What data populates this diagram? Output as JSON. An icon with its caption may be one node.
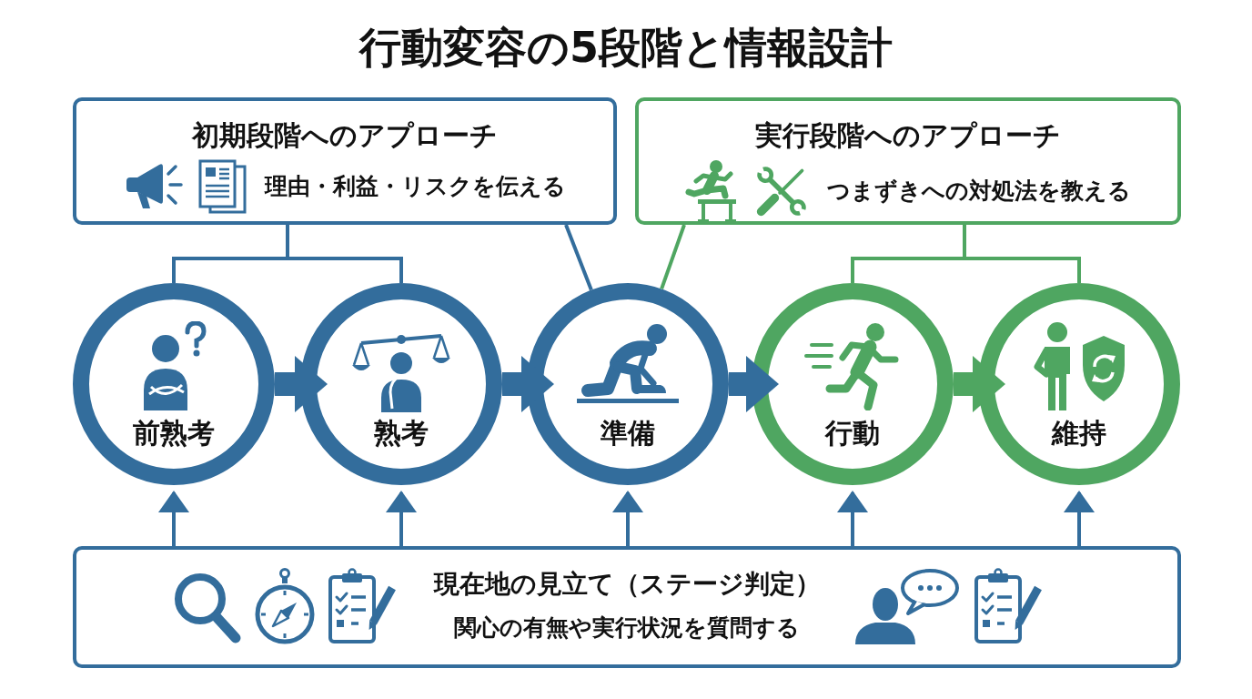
{
  "diagram": {
    "title": "行動変容の5段階と情報設計",
    "nodes": [
      {
        "text": [
          "初期段階へのアプローチ",
          "理由・利益・リスクを伝える"
        ]
      },
      {
        "text": [
          "実行段階へのアプローチ",
          "つまずきへの対処法を教える"
        ]
      },
      {
        "text": [
          "前熟考"
        ]
      },
      {
        "text": [
          "熟考"
        ]
      },
      {
        "text": [
          "準備"
        ]
      },
      {
        "text": [
          "行動"
        ]
      },
      {
        "text": [
          "維持"
        ]
      },
      {
        "text": [
          "現在地の見立て（ステージ判定）",
          "関心の有無や実行状況を質問する"
        ]
      }
    ],
    "edges": [
      {
        "from": 0,
        "to": 2,
        "arrow": "none"
      },
      {
        "from": 0,
        "to": 3,
        "arrow": "none"
      },
      {
        "from": 0,
        "to": 4,
        "arrow": "none"
      },
      {
        "from": 1,
        "to": 4,
        "arrow": "none",
        "color": "#4fa661"
      },
      {
        "from": 1,
        "to": 5,
        "arrow": "none",
        "color": "#4fa661"
      },
      {
        "from": 1,
        "to": 6,
        "arrow": "none",
        "color": "#4fa661"
      },
      {
        "from": 2,
        "to": 3,
        "arrow": "to",
        "style": "thick"
      },
      {
        "from": 3,
        "to": 4,
        "arrow": "to",
        "style": "thick"
      },
      {
        "from": 4,
        "to": 5,
        "arrow": "to",
        "style": "thick"
      },
      {
        "from": 5,
        "to": 6,
        "arrow": "to",
        "style": "thick",
        "color": "#4fa661"
      },
      {
        "from": 7,
        "to": 2,
        "arrow": "to"
      },
      {
        "from": 7,
        "to": 3,
        "arrow": "to"
      },
      {
        "from": 7,
        "to": 4,
        "arrow": "to"
      },
      {
        "from": 7,
        "to": 5,
        "arrow": "to"
      },
      {
        "from": 7,
        "to": 6,
        "arrow": "to"
      }
    ]
  }
}
